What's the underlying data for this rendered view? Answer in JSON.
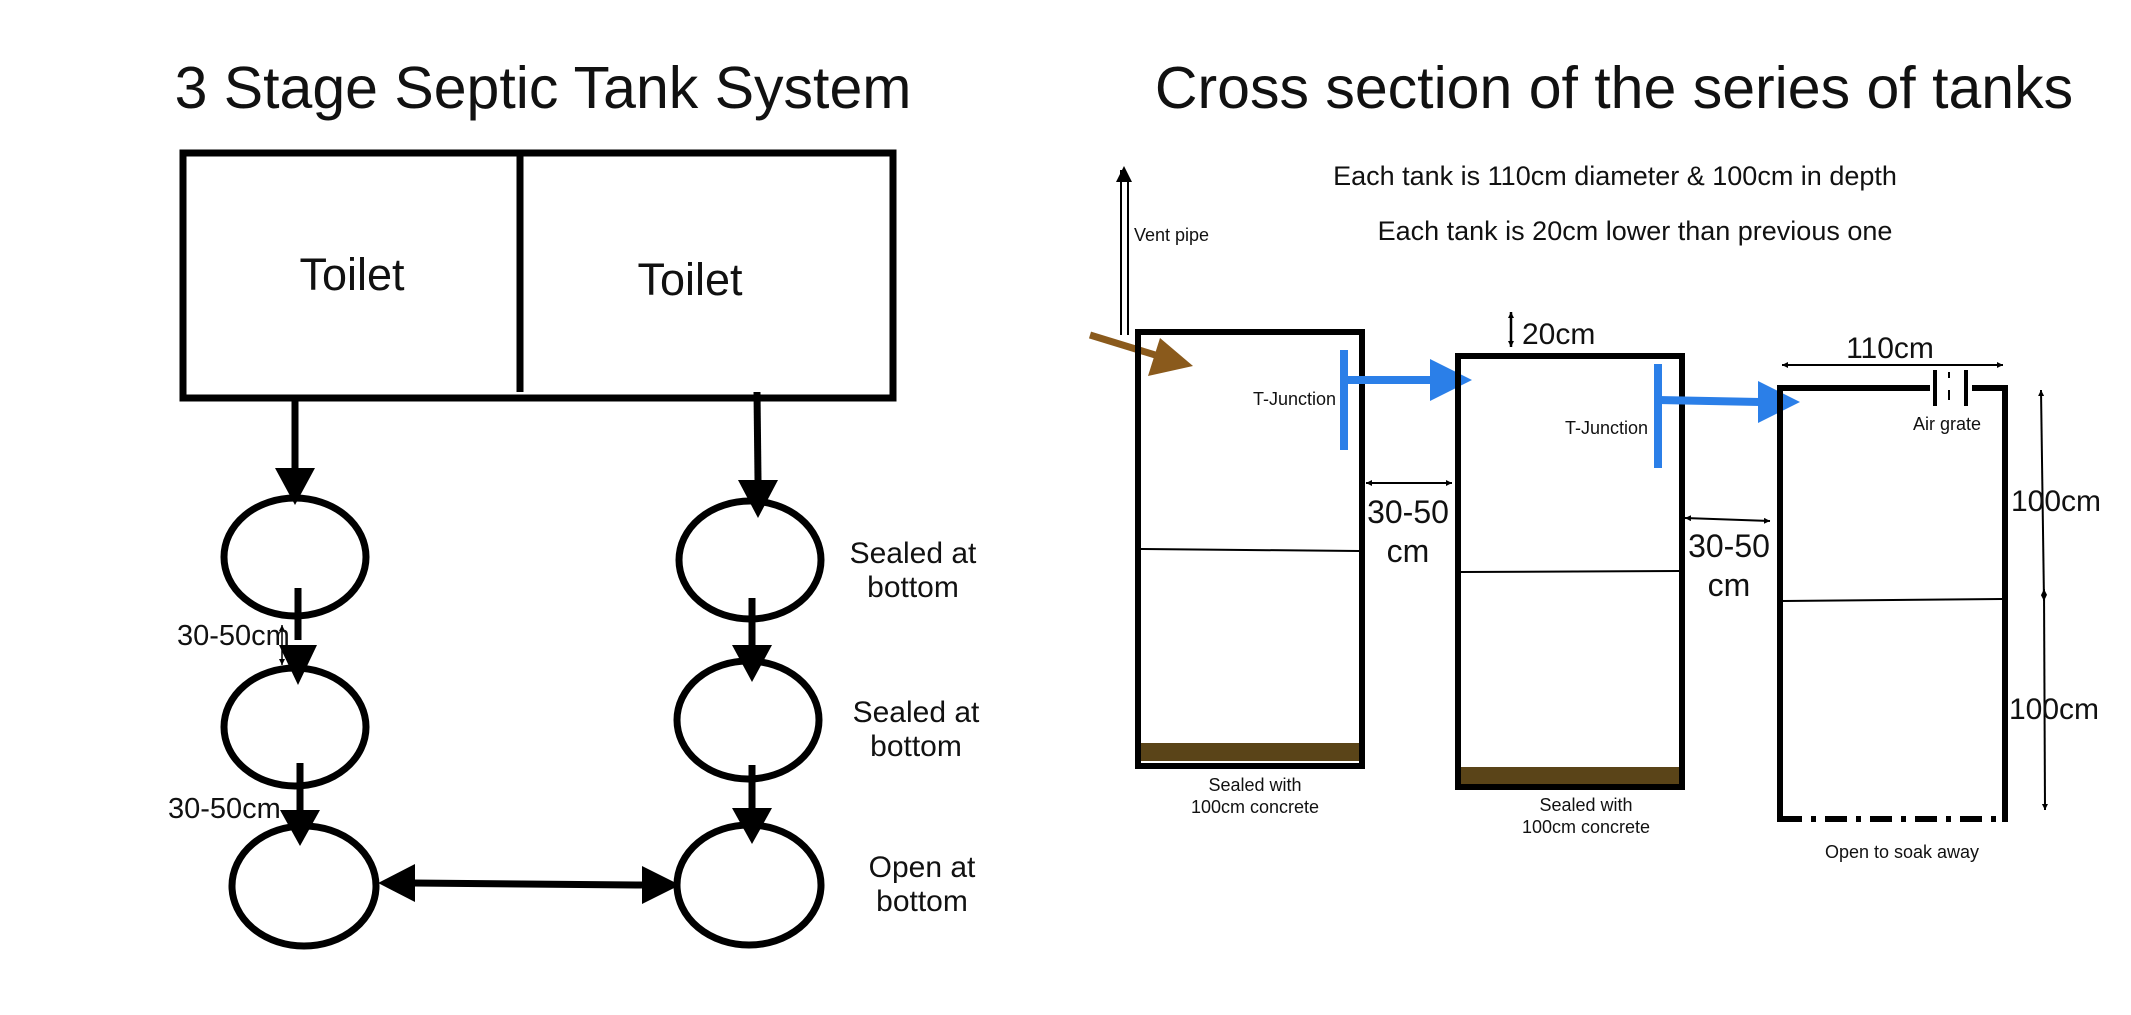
{
  "left": {
    "title": "3 Stage Septic Tank System",
    "toilet_left": "Toilet",
    "toilet_right": "Toilet",
    "gap_label_1": "30-50cm",
    "gap_label_2": "30-50cm",
    "right_labels": [
      [
        "Sealed at",
        "bottom"
      ],
      [
        "Sealed at",
        "bottom"
      ],
      [
        "Open at",
        "bottom"
      ]
    ]
  },
  "right": {
    "title": "Cross section of the series of tanks",
    "note_1": "Each tank is 110cm diameter & 100cm in depth",
    "note_2": "Each tank is 20cm lower than previous one",
    "vent_pipe": "Vent pipe",
    "drop_label": "20cm",
    "diameter_label": "110cm",
    "air_grate": "Air grate",
    "t_junction_1": "T-Junction",
    "t_junction_2": "T-Junction",
    "gap_1": [
      "30-50",
      "cm"
    ],
    "gap_2": [
      "30-50",
      "cm"
    ],
    "depth_top": "100cm",
    "depth_bottom": "100cm",
    "tank1_base": [
      "Sealed with",
      "100cm concrete"
    ],
    "tank2_base": [
      "Sealed with",
      "100cm concrete"
    ],
    "tank3_base": "Open to soak away"
  },
  "colors": {
    "inflow": "#8a5a1c",
    "t_junction": "#2b7fe8",
    "concrete": "#5a4418",
    "line": "#000000"
  }
}
